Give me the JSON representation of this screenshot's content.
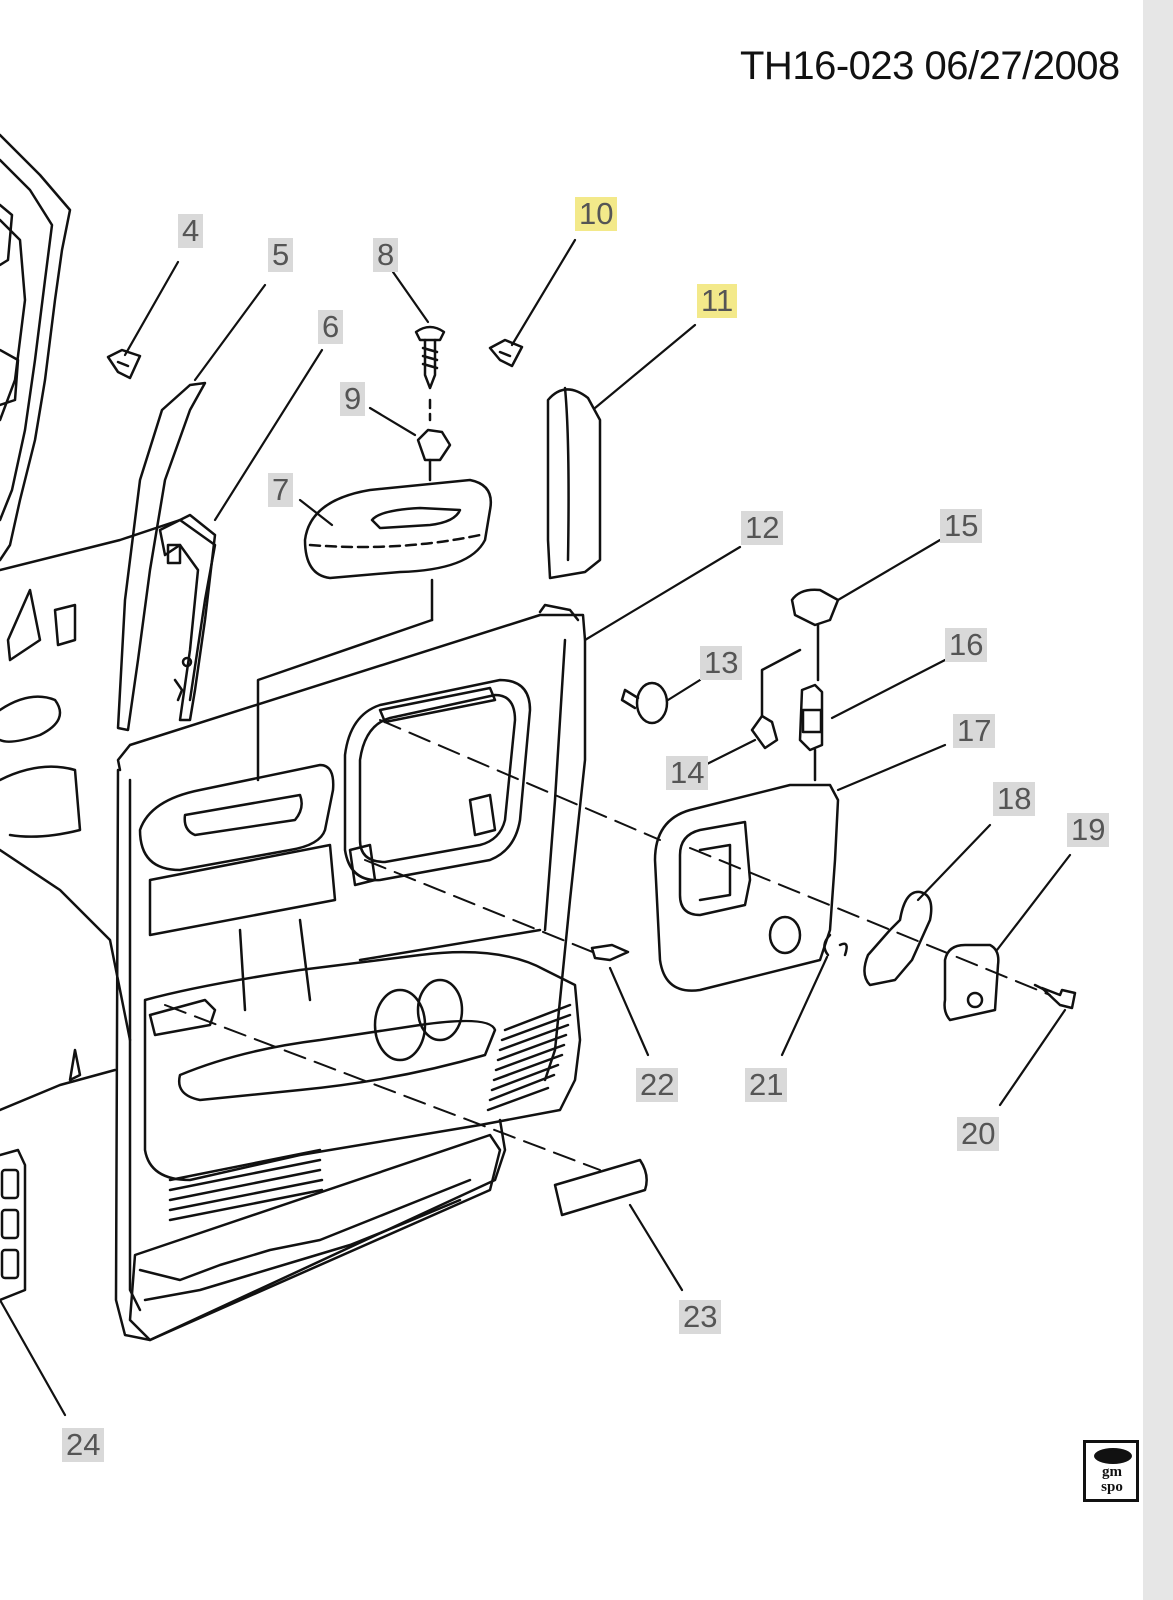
{
  "header": {
    "document_id": "TH16-023  06/27/2008"
  },
  "diagram": {
    "title": "Front door trim panel exploded view",
    "callouts": [
      {
        "id": "4",
        "highlighted": false
      },
      {
        "id": "5",
        "highlighted": false
      },
      {
        "id": "6",
        "highlighted": false
      },
      {
        "id": "7",
        "highlighted": false
      },
      {
        "id": "8",
        "highlighted": false
      },
      {
        "id": "9",
        "highlighted": false
      },
      {
        "id": "10",
        "highlighted": true
      },
      {
        "id": "11",
        "highlighted": true
      },
      {
        "id": "12",
        "highlighted": false
      },
      {
        "id": "13",
        "highlighted": false
      },
      {
        "id": "14",
        "highlighted": false
      },
      {
        "id": "15",
        "highlighted": false
      },
      {
        "id": "16",
        "highlighted": false
      },
      {
        "id": "17",
        "highlighted": false
      },
      {
        "id": "18",
        "highlighted": false
      },
      {
        "id": "19",
        "highlighted": false
      },
      {
        "id": "20",
        "highlighted": false
      },
      {
        "id": "21",
        "highlighted": false
      },
      {
        "id": "22",
        "highlighted": false
      },
      {
        "id": "23",
        "highlighted": false
      },
      {
        "id": "24",
        "highlighted": false
      }
    ]
  },
  "logo": {
    "line1": "gm",
    "line2": "spo"
  },
  "colors": {
    "highlight": "#f3e98a",
    "label_bg": "#d9d9d9",
    "line": "#111111"
  }
}
